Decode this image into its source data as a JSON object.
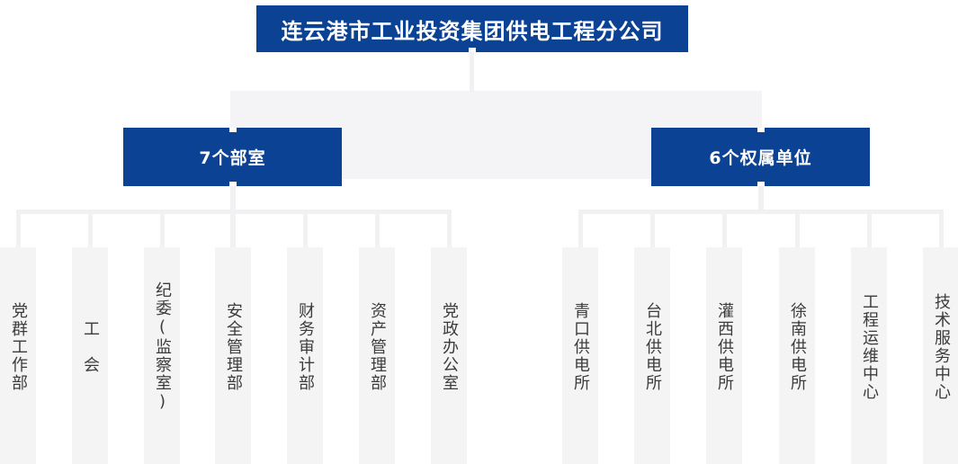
{
  "chart": {
    "type": "org-chart",
    "root": {
      "label": "连云港市工业投资集团供电工程分公司"
    },
    "groups": [
      {
        "label": "7个部室",
        "children": [
          "党群工作部",
          "工　会",
          "纪委(监察室)",
          "安全管理部",
          "财务审计部",
          "资产管理部",
          "党政办公室"
        ]
      },
      {
        "label": "6个权属单位",
        "children": [
          "青口供电所",
          "台北供电所",
          "灌西供电所",
          "徐南供电所",
          "工程运维中心",
          "技术服务中心"
        ]
      }
    ],
    "colors": {
      "node_fill": "#0b4294",
      "node_text": "#ffffff",
      "connector_line": "#f1f1f3",
      "connector_band": "#f4f4f6",
      "column_fill": "#f4f4f5",
      "column_text": "#3c3c3c",
      "background": "#ffffff"
    }
  }
}
